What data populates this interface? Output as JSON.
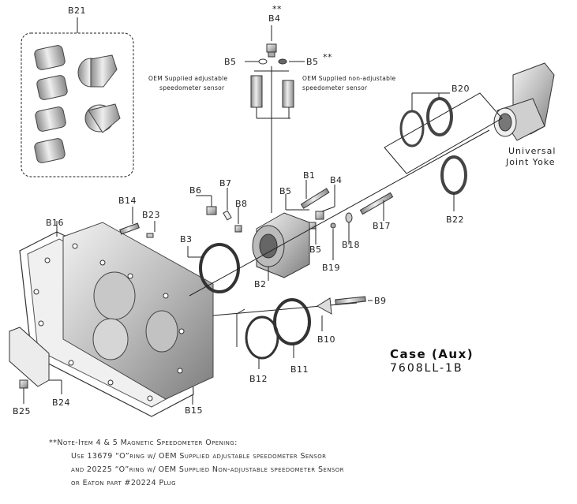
{
  "diagram": {
    "title": "Case (Aux)",
    "part_number": "7608LL-1B",
    "labels": {
      "B1": "B1",
      "B2": "B2",
      "B3": "B3",
      "B4": "B4",
      "B4_top": "B4",
      "B5_a": "B5",
      "B5_b": "B5",
      "B5_c": "B5",
      "B5_d": "B5",
      "B6": "B6",
      "B7": "B7",
      "B8": "B8",
      "B9": "B9",
      "B10": "B10",
      "B11": "B11",
      "B12": "B12",
      "B14": "B14",
      "B15": "B15",
      "B16": "B16",
      "B17": "B17",
      "B18": "B18",
      "B19": "B19",
      "B20": "B20",
      "B21": "B21",
      "B22": "B22",
      "B23": "B23",
      "B24": "B24",
      "B25": "B25"
    },
    "double_star": "**",
    "oem_adjustable": [
      "OEM Supplied adjustable",
      "speedometer  sensor"
    ],
    "oem_non_adjustable": [
      "OEM Supplied non-adjustable",
      "speedometer sensor"
    ],
    "universal_joint": [
      "Universal",
      "Joint Yoke"
    ]
  },
  "note": {
    "marker": "**",
    "lines": [
      "Note-Item 4 & 5 Magnetic Speedometer Opening:",
      "Use 13679 “O”ring w/ OEM Supplied adjustable speedometer Sensor",
      "and 20225 “O”ring w/ OEM Supplied Non-adjustable speedometer Sensor",
      "or Eaton part #20224 Plug"
    ]
  },
  "colors": {
    "line": "#222222",
    "part_fill": "#d9d9d9",
    "part_dark": "#9a9a9a",
    "background": "#ffffff"
  }
}
